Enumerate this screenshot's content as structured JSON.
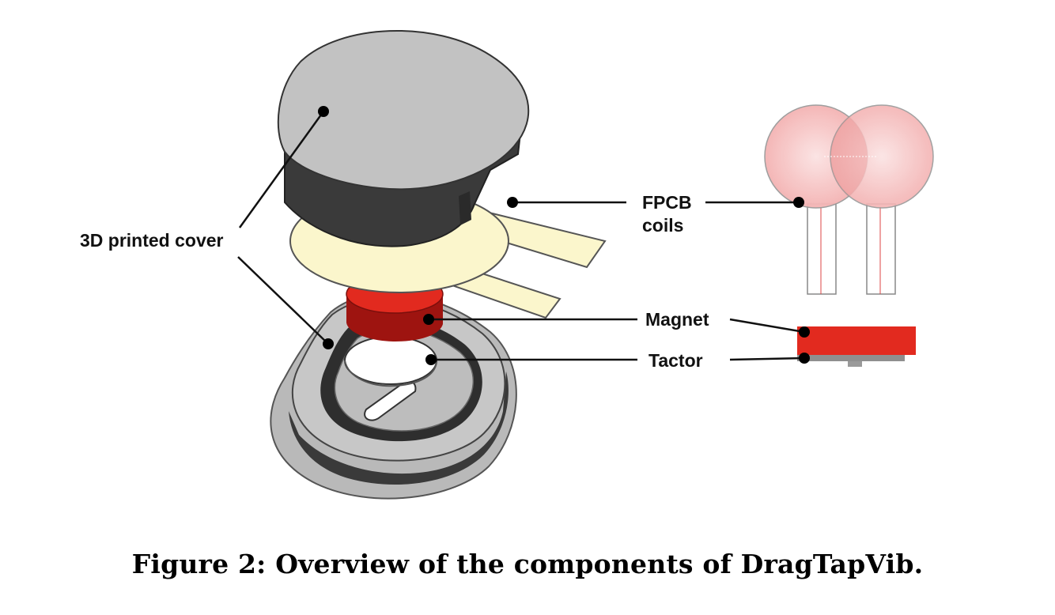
{
  "labels": {
    "cover": "3D printed cover",
    "fpcb_line1": "FPCB",
    "fpcb_line2": "coils",
    "magnet": "Magnet",
    "tactor": "Tactor"
  },
  "caption": "Figure 2: Overview of the components of DragTapVib.",
  "colors": {
    "cover_top": "#c2c2c2",
    "cover_side": "#3a3a3a",
    "fpcb": "#fbf6cc",
    "magnet": "#e22a1f",
    "coil_pink": "#f3a9a9",
    "tactor": "#ffffff"
  }
}
